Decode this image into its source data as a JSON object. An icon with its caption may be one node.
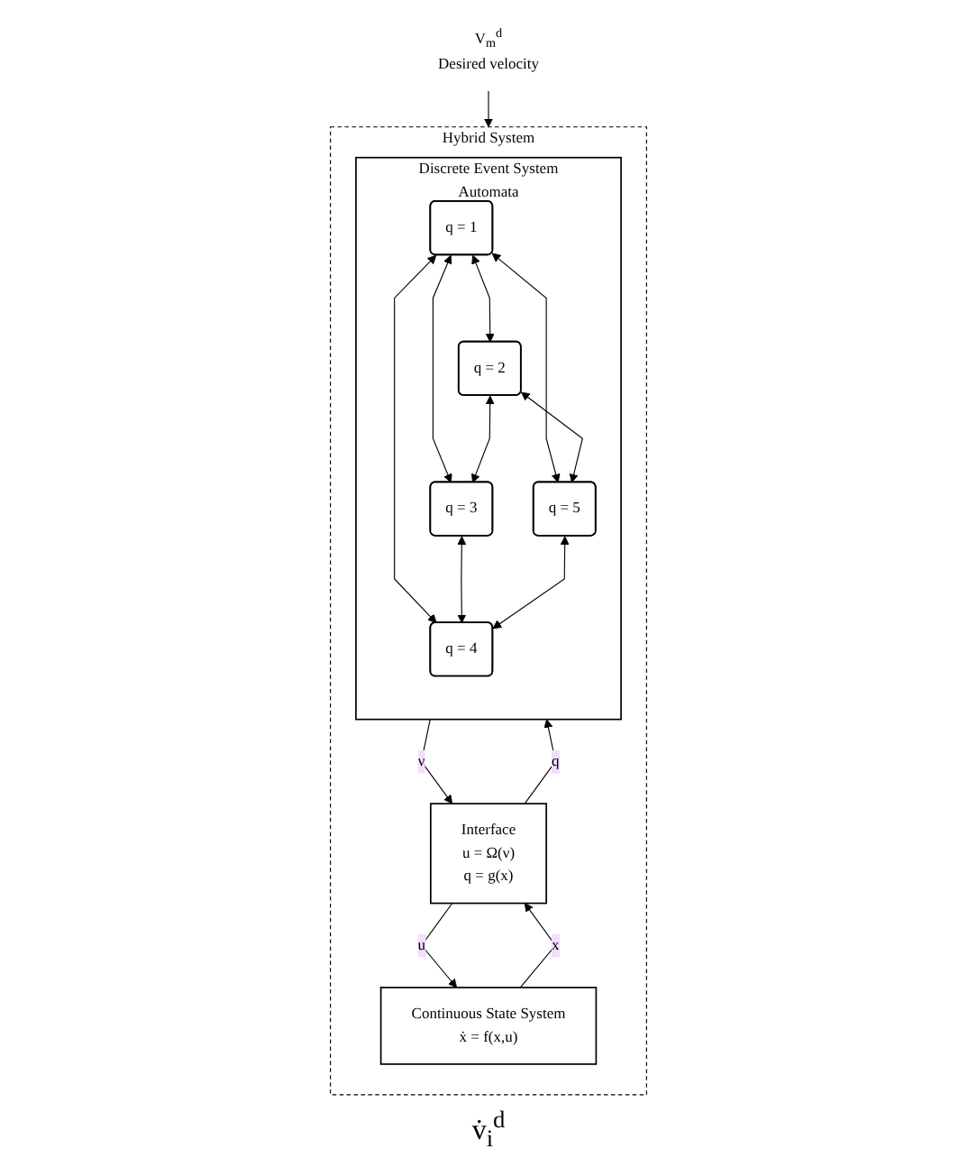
{
  "diagram": {
    "nodes": [
      {
        "text": [
          "Hybrid System"
        ]
      },
      {
        "text": [
          "V$_{m}$$^{d}$",
          "Desired velocity"
        ]
      },
      {
        "text": [
          "Discrete Event System",
          "Automata"
        ],
        "in": 0
      },
      {
        "text": [
          "q = 1"
        ],
        "in": 2
      },
      {
        "text": [
          "q = 2"
        ],
        "in": 2
      },
      {
        "text": [
          "q = 3"
        ],
        "in": 2
      },
      {
        "text": [
          "q = 5"
        ],
        "in": 2
      },
      {
        "text": [
          "q = 4"
        ],
        "in": 2
      },
      {
        "text": [
          "Interface",
          "u = Ω(ν)",
          "q = g(x)"
        ],
        "in": 0
      },
      {
        "text": [
          "Continuous State System",
          "ẋ = f(x,u)"
        ],
        "in": 0
      }
    ],
    "edges": [
      {
        "from": 1,
        "to": 0,
        "arrow": "to"
      },
      {
        "from": 3,
        "to": 4,
        "arrow": "both"
      },
      {
        "from": 3,
        "to": 5,
        "arrow": "both"
      },
      {
        "from": 4,
        "to": 5,
        "arrow": "both"
      },
      {
        "from": 3,
        "to": 6,
        "arrow": "both"
      },
      {
        "from": 3,
        "to": 7,
        "arrow": "both"
      },
      {
        "from": 4,
        "to": 6,
        "arrow": "both"
      },
      {
        "from": 5,
        "to": 7,
        "arrow": "both"
      },
      {
        "from": 6,
        "to": 7,
        "arrow": "both"
      },
      {
        "from": 2,
        "to": 8,
        "label": "ν",
        "arrow": "to"
      },
      {
        "from": 8,
        "to": 2,
        "label": "q",
        "arrow": "to"
      },
      {
        "from": 8,
        "to": 9,
        "label": "u",
        "arrow": "to"
      },
      {
        "from": 9,
        "to": 8,
        "label": "x",
        "arrow": "to"
      }
    ],
    "labels": [
      "v̇$_{i}$$^{d}$"
    ]
  }
}
